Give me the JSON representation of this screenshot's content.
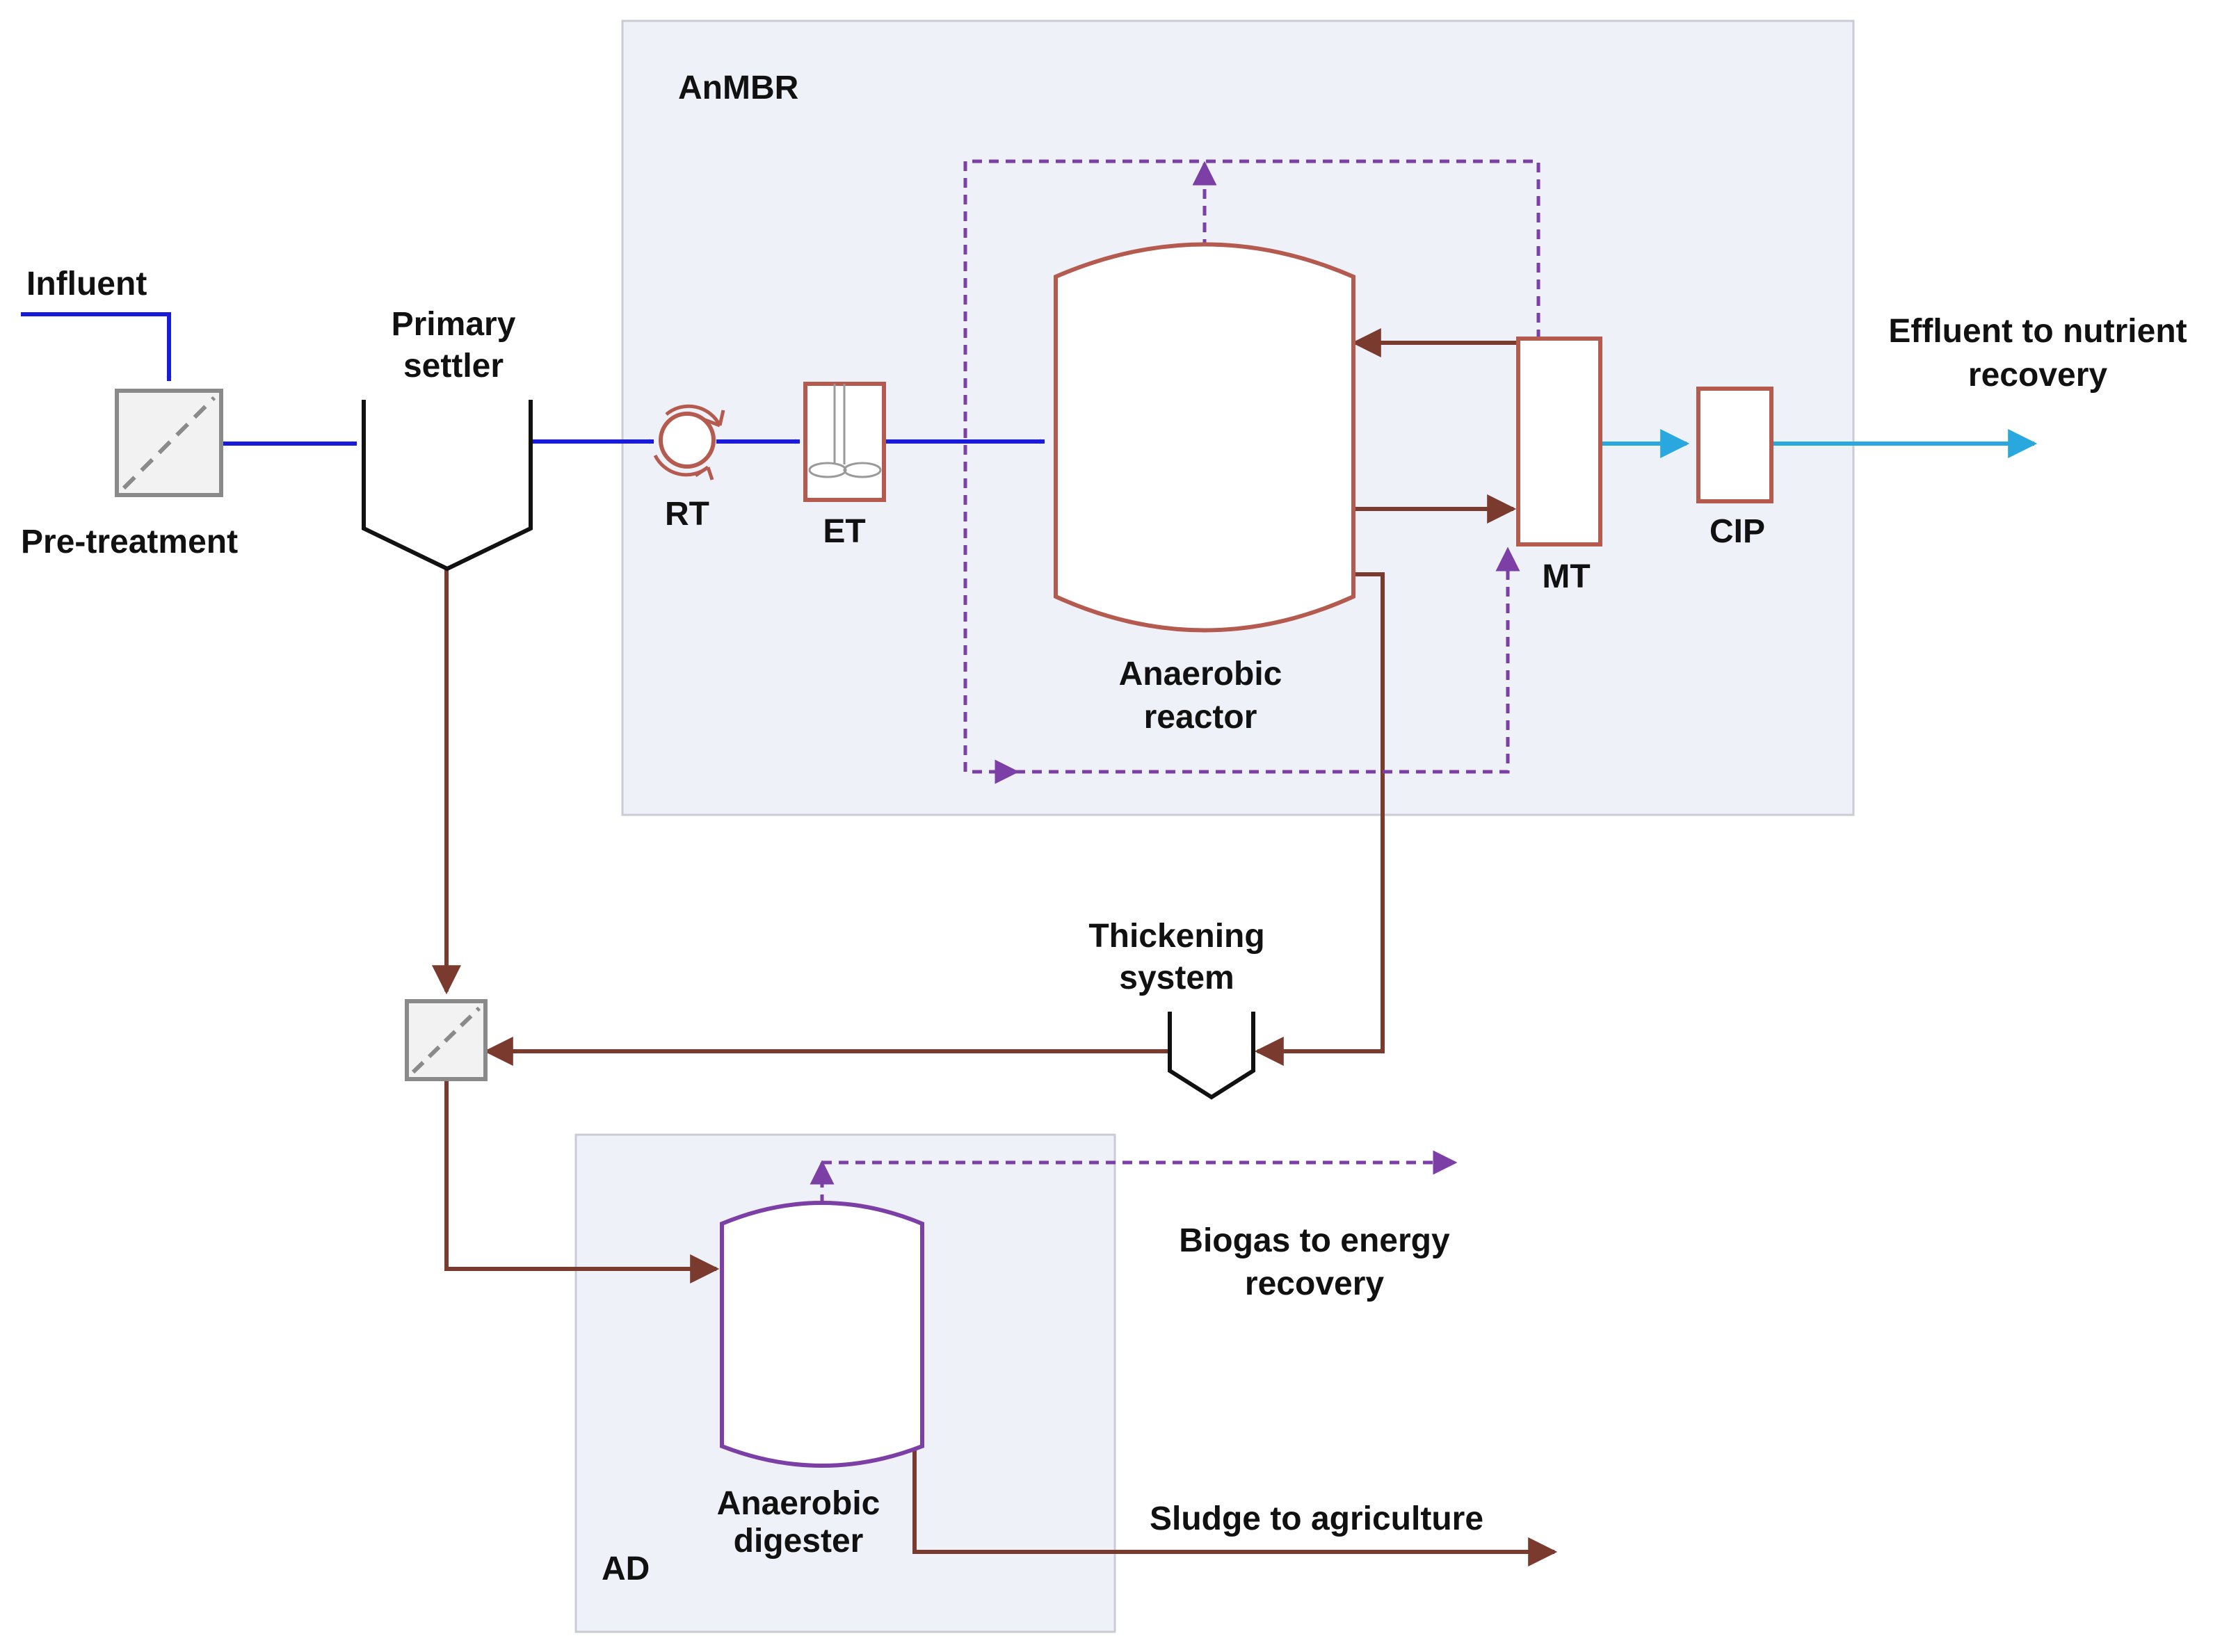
{
  "labels": {
    "anmbr": "AnMBR",
    "ad": "AD",
    "influent": "Influent",
    "pretreatment": "Pre-treatment",
    "primary_settler": [
      "Primary",
      "settler"
    ],
    "rt": "RT",
    "et": "ET",
    "anaerobic_reactor": [
      "Anaerobic",
      "reactor"
    ],
    "mt": "MT",
    "cip": "CIP",
    "effluent": [
      "Effluent to nutrient",
      "recovery"
    ],
    "thickening_system": [
      "Thickening",
      "system"
    ],
    "biogas": [
      "Biogas to energy",
      "recovery"
    ],
    "anaerobic_digester": [
      "Anaerobic",
      "digester"
    ],
    "sludge": "Sludge to agriculture"
  },
  "colors": {
    "liquid": "#1a1adb",
    "sludge": "#7a3a2e",
    "biogas": "#7b3fa6",
    "effluent": "#29a8e0",
    "unit_outline": "#b55a4e",
    "digester_outline": "#7b3fa6",
    "settler": "#111111",
    "screen": "#8a8a8a",
    "panel_fill": "#eef1f7",
    "panel_border": "#c9ccd6"
  }
}
